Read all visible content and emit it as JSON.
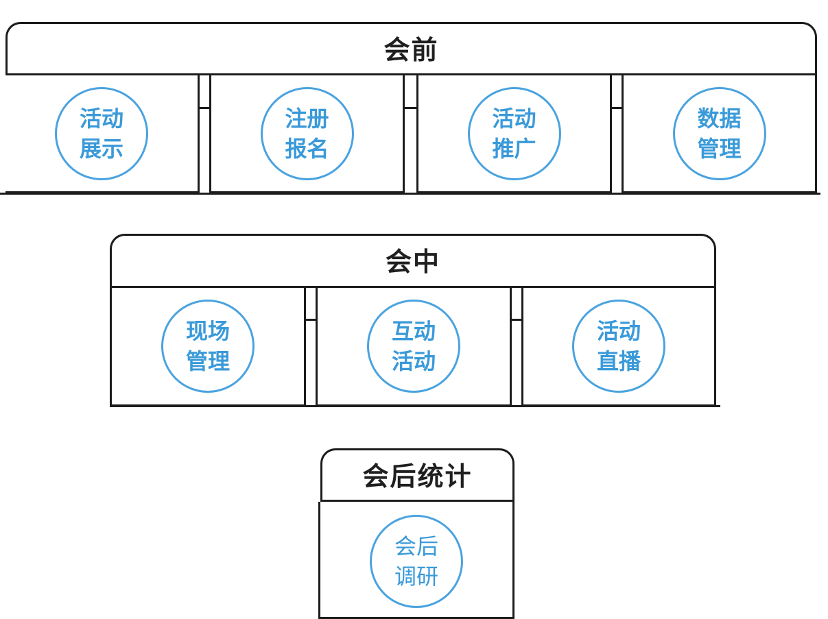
{
  "stages": {
    "pre": {
      "title": "会前",
      "items": [
        {
          "line1": "活动",
          "line2": "展示"
        },
        {
          "line1": "注册",
          "line2": "报名"
        },
        {
          "line1": "活动",
          "line2": "推广"
        },
        {
          "line1": "数据",
          "line2": "管理"
        }
      ]
    },
    "during": {
      "title": "会中",
      "items": [
        {
          "line1": "现场",
          "line2": "管理"
        },
        {
          "line1": "互动",
          "line2": "活动"
        },
        {
          "line1": "活动",
          "line2": "直播"
        }
      ]
    },
    "post": {
      "title": "会后统计",
      "items": [
        {
          "line1": "会后",
          "line2": "调研"
        }
      ]
    }
  },
  "colors": {
    "border": "#1c1c1c",
    "circle_border": "#4aa3df",
    "circle_text": "#3a9ad9",
    "arrow": "#5b8fdc"
  }
}
